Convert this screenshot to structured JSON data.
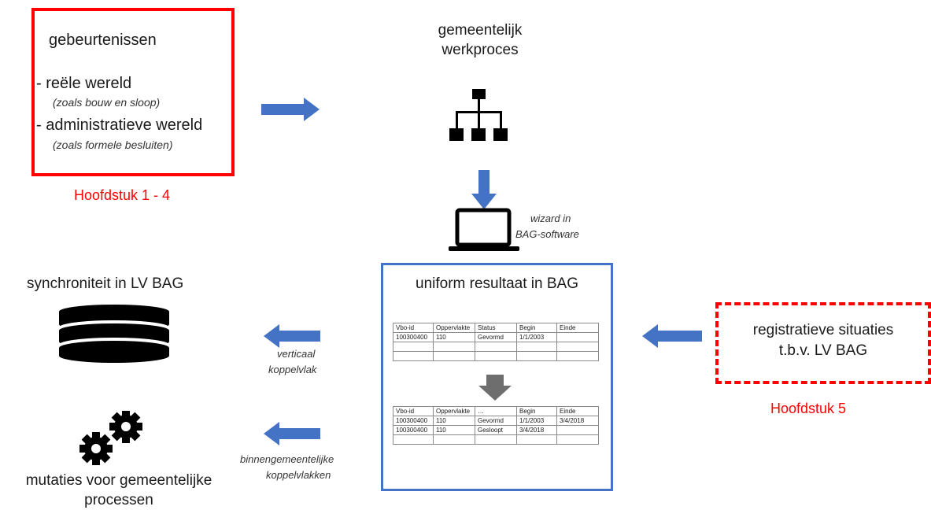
{
  "events_box": {
    "title": "gebeurtenissen",
    "items": [
      {
        "label": "- reële wereld",
        "note": "(zoals bouw en sloop)"
      },
      {
        "label": "- administratieve wereld",
        "note": "(zoals formele besluiten)"
      }
    ],
    "chapter": "Hoofdstuk 1 - 4"
  },
  "workprocess": {
    "line1": "gemeentelijk",
    "line2": "werkproces"
  },
  "wizard": {
    "line1": "wizard in",
    "line2": "BAG-software"
  },
  "result_box": {
    "title": "uniform resultaat in BAG",
    "table_before": {
      "headers": [
        "Vbo-id",
        "Oppervlakte",
        "Status",
        "Begin",
        "Einde"
      ],
      "rows": [
        [
          "100300400",
          "110",
          "Gevormd",
          "1/1/2003",
          ""
        ],
        [
          "",
          "",
          "",
          "",
          ""
        ],
        [
          "",
          "",
          "",
          "",
          ""
        ]
      ]
    },
    "table_after": {
      "headers": [
        "Vbo-id",
        "Oppervlakte",
        "…",
        "Begin",
        "Einde"
      ],
      "rows": [
        [
          "100300400",
          "110",
          "Gevormd",
          "1/1/2003",
          "3/4/2018"
        ],
        [
          "100300400",
          "110",
          "Gesloopt",
          "3/4/2018",
          ""
        ],
        [
          "",
          "",
          "",
          "",
          ""
        ]
      ]
    }
  },
  "sync": {
    "title": "synchroniteit in LV BAG"
  },
  "vertical": {
    "line1": "verticaal",
    "line2": "koppelvlak"
  },
  "internal": {
    "line1": "binnengemeentelijke",
    "line2": "koppelvlakken"
  },
  "mutations": {
    "line1": "mutaties voor gemeentelijke",
    "line2": "processen"
  },
  "registration_box": {
    "line1": "registratieve situaties",
    "line2": "t.b.v. LV BAG",
    "chapter": "Hoofdstuk 5"
  },
  "colors": {
    "arrow": "#4472c4",
    "red": "#ff0000",
    "result_border": "#4472c4",
    "dark": "#000000",
    "gray_arrow": "#6e6e6e"
  },
  "icons": [
    "org-chart-icon",
    "laptop-icon",
    "database-icon",
    "gears-icon",
    "arrow-right-icon",
    "arrow-down-icon",
    "arrow-left-icon"
  ]
}
